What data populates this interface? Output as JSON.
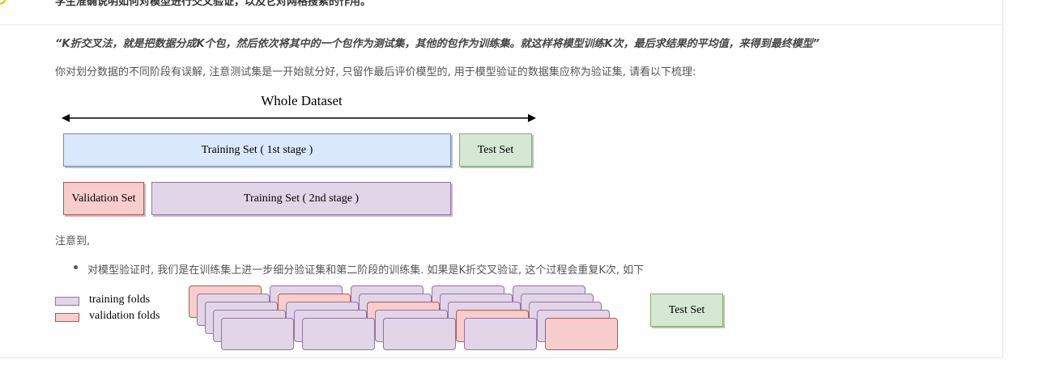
{
  "header": {
    "cut_text": "学生准确说明如何对模型进行交叉验证，以及它对网格搜索的作用。"
  },
  "quote": "“K折交叉法，就是把数据分成K个包，然后依次将其中的一个包作为测试集，其他的包作为训练集。就这样将模型训练K次，最后求结果的平均值，来得到最终模型”",
  "paragraph": "你对划分数据的不同阶段有误解, 注意测试集是一开始就分好, 只留作最后评价模型的, 用于模型验证的数据集应称为验证集, 请看以下梳理:",
  "diagram1": {
    "title": "Whole Dataset",
    "training_stage1": "Training Set ( 1st stage )",
    "test_set": "Test Set",
    "validation_set": "Validation Set",
    "training_stage2": "Training Set ( 2nd stage )"
  },
  "note": "注意到,",
  "bullet": "对模型验证时, 我们是在训练集上进一步细分验证集和第二阶段的训练集. 如果是K折交叉验证, 这个过程会重复K次, 如下",
  "diagram2": {
    "legend": [
      {
        "label": "training folds",
        "color": "#e1d5e7"
      },
      {
        "label": "validation folds",
        "color": "#f8cecc"
      }
    ],
    "test_set": "Test Set",
    "colors": {
      "training": "#e1d5e7",
      "validation": "#f8cecc"
    }
  },
  "colors": {
    "blue_fill": "#dae8fc",
    "green_fill": "#d5e8d4",
    "red_fill": "#f8cecc",
    "purple_fill": "#e1d5e7"
  }
}
